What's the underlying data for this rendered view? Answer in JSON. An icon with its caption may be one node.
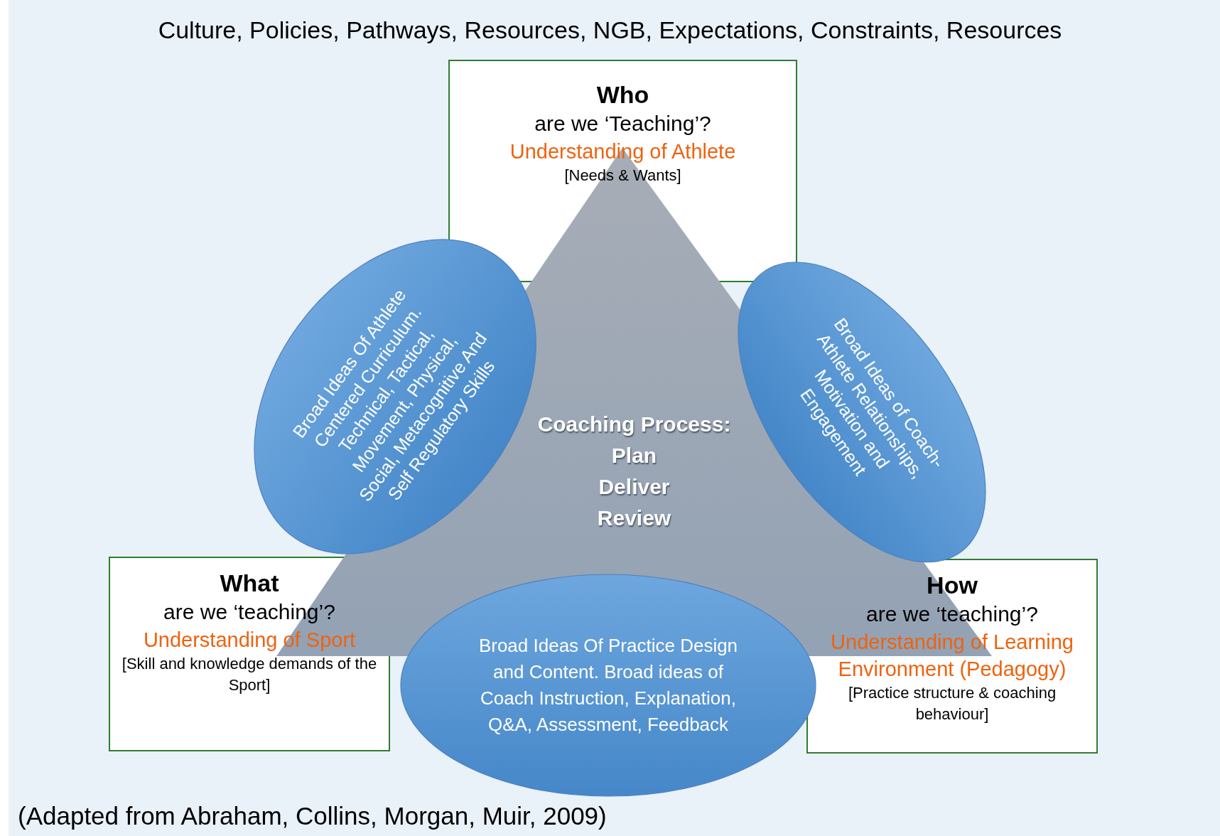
{
  "diagram": {
    "title": "Culture, Policies, Pathways, Resources, NGB, Expectations, Constraints, Resources",
    "caption": "(Adapted from Abraham, Collins, Morgan, Muir, 2009)",
    "nodes": [
      {
        "text": [
          "Who",
          "are we ‘Teaching’?",
          "Understanding of Athlete",
          "[Needs & Wants]"
        ]
      },
      {
        "text": [
          "Broad Ideas Of Athlete Centered Curriculum. Technical, Tactical, Movement, Physical, Social, Metacognitive And Self Regulatory Skills"
        ]
      },
      {
        "text": [
          "Coaching Process:",
          "Plan",
          "Deliver",
          "Review"
        ]
      },
      {
        "text": [
          "Broad Ideas of Coach-Athlete Relationships, Motivation and Engagement"
        ]
      },
      {
        "text": [
          "What",
          "are we ‘teaching’?",
          "Understanding of Sport",
          "[Skill and knowledge demands of the Sport]"
        ]
      },
      {
        "text": [
          "Broad Ideas Of Practice Design and Content. Broad ideas of Coach Instruction, Explanation, Q&A, Assessment, Feedback"
        ]
      },
      {
        "text": [
          "How",
          "are we ‘teaching’?",
          "Understanding of Learning Environment (Pedagogy)",
          "[Practice structure & coaching behaviour]"
        ]
      }
    ]
  }
}
